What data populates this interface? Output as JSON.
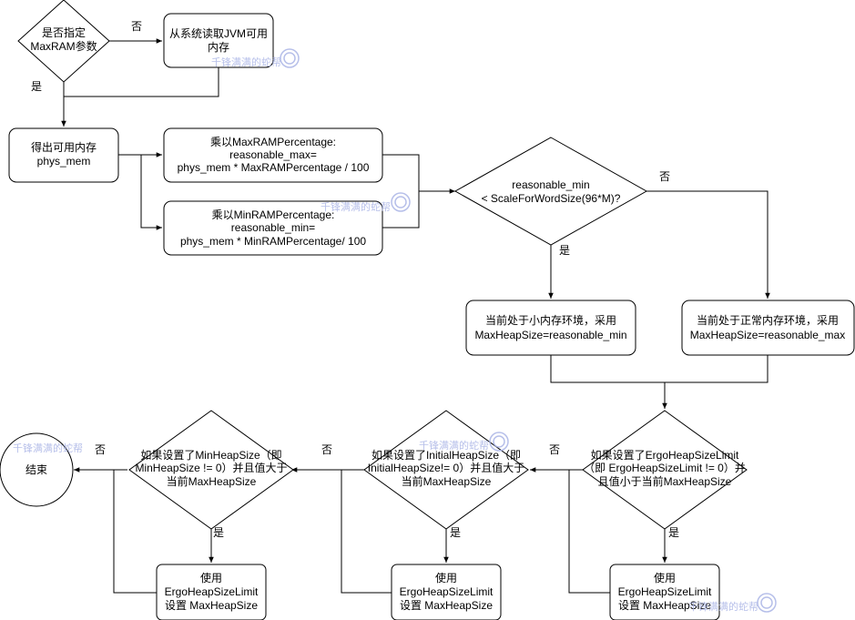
{
  "nodes": {
    "q_maxram": [
      "是否指定",
      "MaxRAM参数"
    ],
    "read_jvm": [
      "从系统读取JVM可用",
      "内存"
    ],
    "phys_mem": [
      "得出可用内存",
      "phys_mem"
    ],
    "mul_max": [
      "乘以MaxRAMPercentage:",
      "reasonable_max=",
      "phys_mem * MaxRAMPercentage / 100"
    ],
    "mul_min": [
      "乘以MinRAMPercentage:",
      "reasonable_min=",
      "phys_mem * MinRAMPercentage/ 100"
    ],
    "q_scale": [
      "reasonable_min",
      "< ScaleForWordSize(96*M)?"
    ],
    "small_env": [
      "当前处于小内存环境，采用",
      "MaxHeapSize=reasonable_min"
    ],
    "normal_env": [
      "当前处于正常内存环境，采用",
      "MaxHeapSize=reasonable_max"
    ],
    "q_ergo": [
      "如果设置了ErgoHeapSizeLimit",
      "（即 ErgoHeapSizeLimit != 0）并",
      "且值小于当前MaxHeapSize"
    ],
    "q_initial": [
      "如果设置了InitialHeapSize（即",
      "InitialHeapSize!= 0）并且值大于",
      "当前MaxHeapSize"
    ],
    "q_min": [
      "如果设置了MinHeapSize（即",
      "MinHeapSize != 0）并且值大于",
      "当前MaxHeapSize"
    ],
    "use_ergo_1": [
      "使用",
      "ErgoHeapSizeLimit",
      "设置 MaxHeapSize"
    ],
    "use_ergo_2": [
      "使用",
      "ErgoHeapSizeLimit",
      "设置 MaxHeapSize"
    ],
    "use_ergo_3": [
      "使用",
      "ErgoHeapSizeLimit",
      "设置 MaxHeapSize"
    ],
    "end": [
      "结束"
    ]
  },
  "edge_labels": {
    "maxram_no": "否",
    "maxram_yes": "是",
    "scale_yes": "是",
    "scale_no": "否",
    "ergo_no": "否",
    "ergo_yes": "是",
    "initial_no": "否",
    "initial_yes": "是",
    "min_no": "否",
    "min_yes": "是"
  },
  "watermark": "千锋满满的蛇帮"
}
